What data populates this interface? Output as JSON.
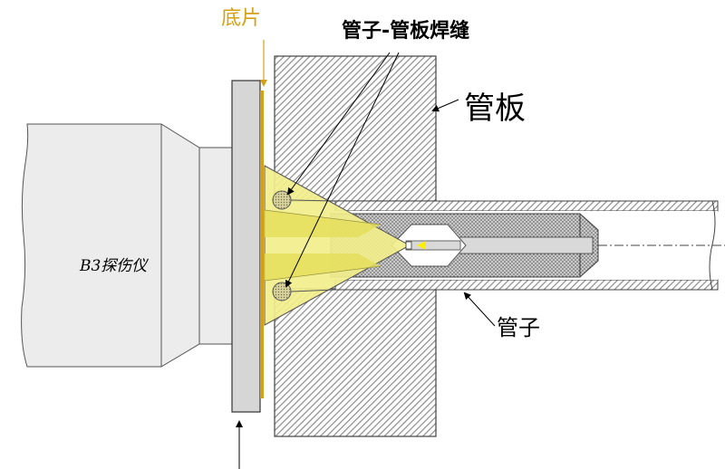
{
  "labels": {
    "film": "底片",
    "weld": "管子-管板焊缝",
    "tube_plate": "管板",
    "tube": "管子",
    "device": "B3探伤仪"
  },
  "colors": {
    "film": "#d4a017",
    "cone": "#f2ee8c",
    "cone_stripe": "#e4de5c",
    "instrument": "#ececec",
    "hatch": "#8c8c8c",
    "metal": "#d9d9d9",
    "source": "#ffee00"
  }
}
